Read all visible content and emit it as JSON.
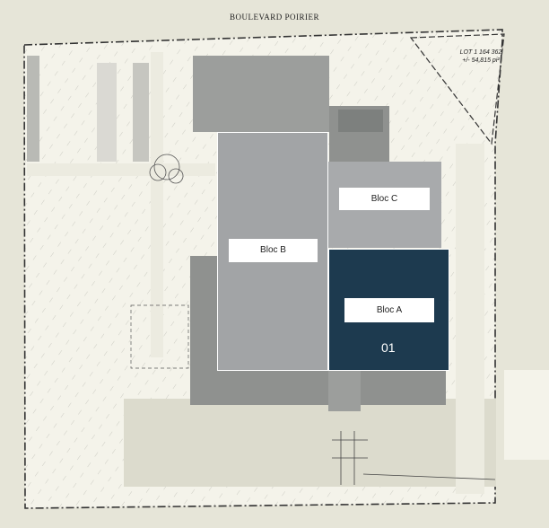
{
  "map": {
    "street_name": "BOULEVARD POIRIER",
    "lot": {
      "number": "LOT 1 164 362",
      "area": "+/- 54,815 pi²"
    },
    "blocs": [
      {
        "id": "b",
        "label": "Bloc B"
      },
      {
        "id": "c",
        "label": "Bloc C"
      },
      {
        "id": "a",
        "label": "Bloc A",
        "unit": "01",
        "highlighted": true
      }
    ],
    "colors": {
      "background": "#e6e5d8",
      "highlight": "#1d3a4f",
      "building": "#a2a4a6"
    }
  }
}
